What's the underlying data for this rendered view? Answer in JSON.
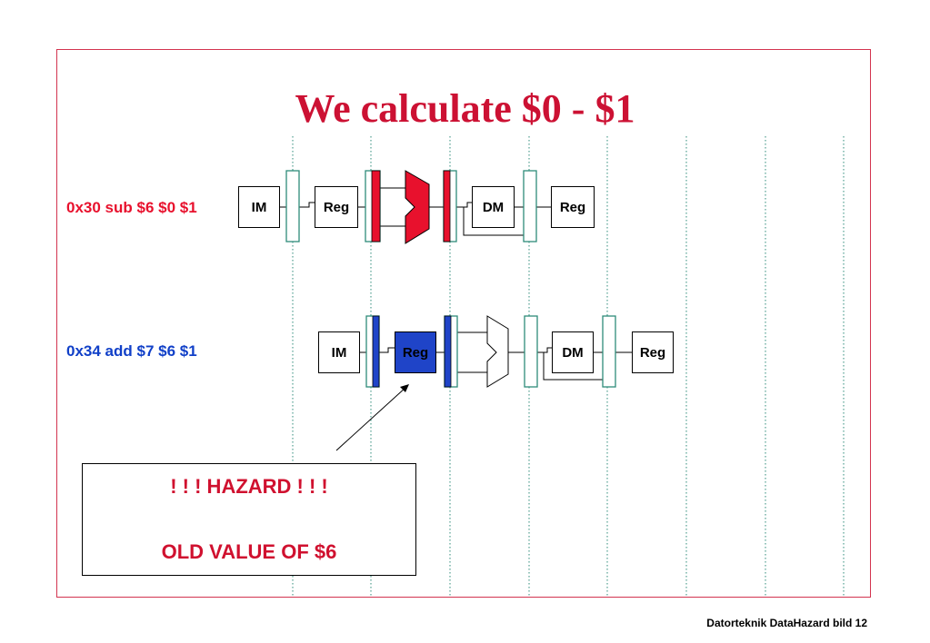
{
  "slide": {
    "title": "We calculate $0 - $1",
    "footer": "Datorteknik DataHazard bild 12"
  },
  "colors": {
    "frame": "#d3334f",
    "title": "#cc1133",
    "instr_1": "#e8112d",
    "instr_2": "#1140c8",
    "active_red": "#e8112d",
    "active_blue": "#1f44c8",
    "register_teal": "#2e8b7a",
    "hazard_text": "#d0112f"
  },
  "pipelines": [
    {
      "instruction": "0x30 sub $6 $0 $1",
      "stages": {
        "im": "IM",
        "reg": "Reg",
        "dm": "DM",
        "wb": "Reg"
      },
      "highlight": "red"
    },
    {
      "instruction": "0x34 add $7 $6 $1",
      "stages": {
        "im": "IM",
        "reg": "Reg",
        "dm": "DM",
        "wb": "Reg"
      },
      "highlight": "blue"
    }
  ],
  "hazard": {
    "line1": "! ! ! HAZARD ! ! !",
    "line2": "OLD VALUE OF $6"
  }
}
